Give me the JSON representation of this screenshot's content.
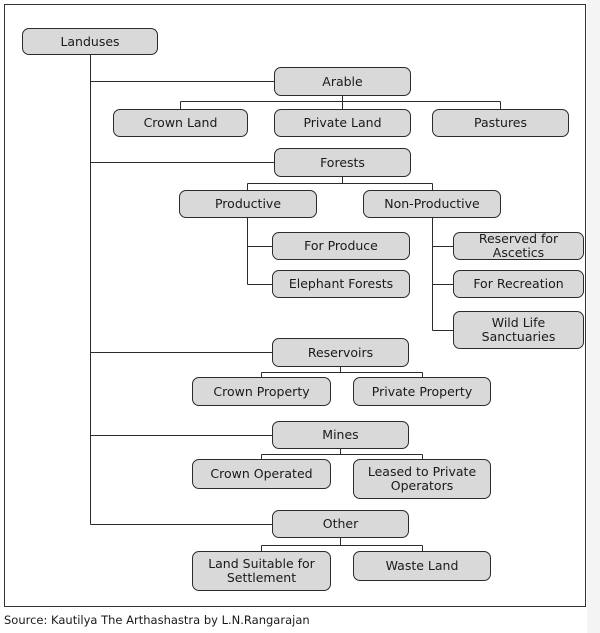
{
  "diagram": {
    "root": "Landuses",
    "categories": {
      "arable": {
        "label": "Arable",
        "children": [
          "Crown Land",
          "Private Land",
          "Pastures"
        ]
      },
      "forests": {
        "label": "Forests",
        "productive": {
          "label": "Productive",
          "children": [
            "For Produce",
            "Elephant Forests"
          ]
        },
        "non_productive": {
          "label": "Non-Productive",
          "children": [
            "Reserved for Ascetics",
            "For Recreation",
            "Wild Life\nSanctuaries"
          ]
        }
      },
      "reservoirs": {
        "label": "Reservoirs",
        "children": [
          "Crown Property",
          "Private Property"
        ]
      },
      "mines": {
        "label": "Mines",
        "children": [
          "Crown Operated",
          "Leased to Private\nOperators"
        ]
      },
      "other": {
        "label": "Other",
        "children": [
          "Land Suitable for\nSettlement",
          "Waste Land"
        ]
      }
    }
  },
  "source": "Source: Kautilya The Arthashastra by L.N.Rangarajan"
}
